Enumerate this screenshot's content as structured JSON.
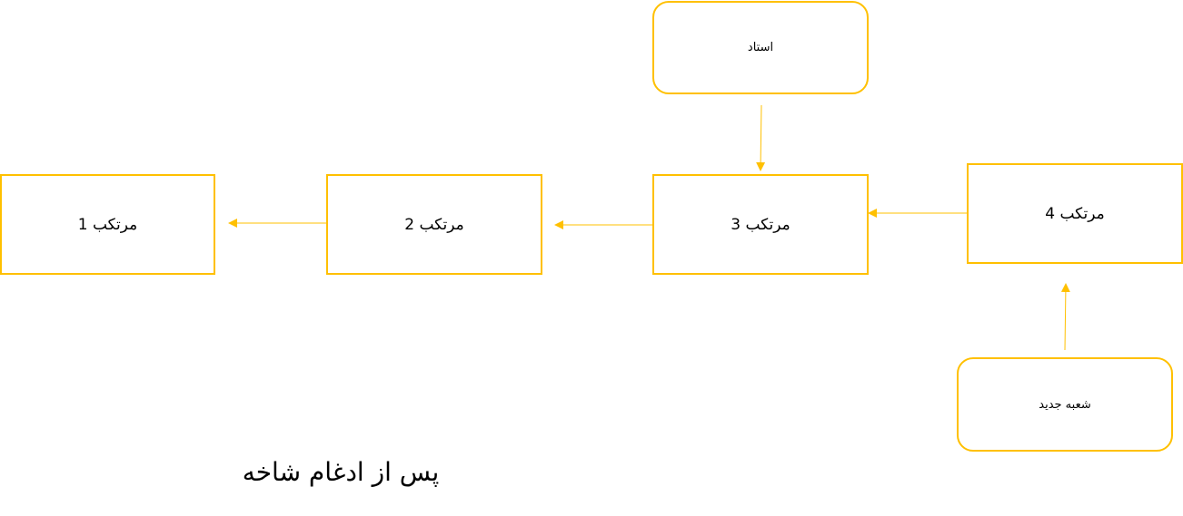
{
  "nodes": {
    "m1": "مرتکب 1",
    "m2": "مرتکب 2",
    "m3": "مرتکب 3",
    "m4": "مرتکب 4",
    "ostad": "استاد",
    "new_branch": "شعبه جدید"
  },
  "caption": "پس از ادغام شاخه",
  "colors": {
    "accent": "#FFC000"
  }
}
